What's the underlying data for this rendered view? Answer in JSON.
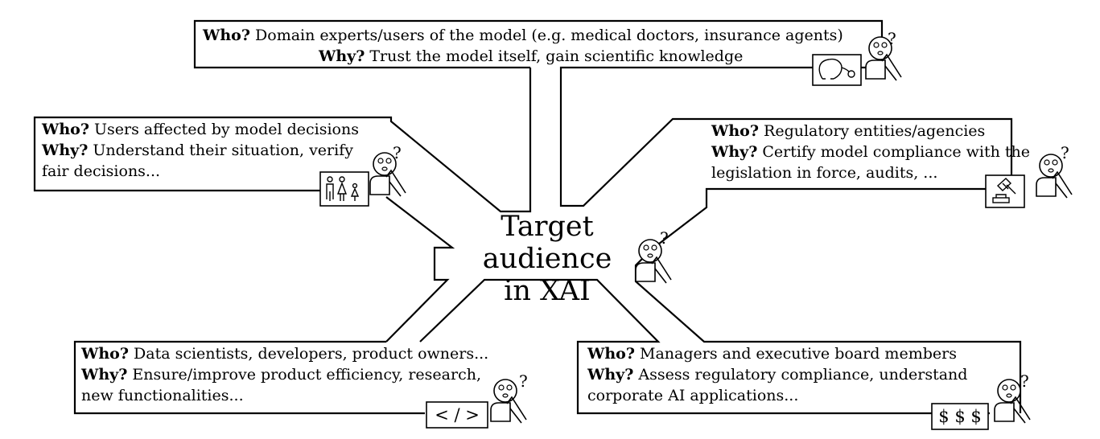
{
  "center": {
    "line1": "Target audience",
    "line2": "in XAI"
  },
  "boxes": [
    {
      "id": "domain-experts",
      "who_label": "Who?",
      "who": "Domain experts/users of the model (e.g. medical doctors, insurance agents)",
      "why_label": "Why?",
      "why": "Trust the model itself, gain scientific knowledge",
      "icon": "medical-icon"
    },
    {
      "id": "affected-users",
      "who_label": "Who?",
      "who": "Users affected by model decisions",
      "why_label": "Why?",
      "why_l1": "Understand their situation, verify",
      "why_l2": "fair decisions...",
      "icon": "family-icon"
    },
    {
      "id": "regulators",
      "who_label": "Who?",
      "who": "Regulatory entities/agencies",
      "why_label": "Why?",
      "why_l1": "Certify model compliance with the",
      "why_l2": "legislation in force, audits, ...",
      "icon": "gavel-icon"
    },
    {
      "id": "developers",
      "who_label": "Who?",
      "who": "Data scientists, developers, product owners...",
      "why_label": "Why?",
      "why_l1": "Ensure/improve product efficiency, research,",
      "why_l2": "new functionalities...",
      "icon": "code-icon",
      "icon_text": "< / >"
    },
    {
      "id": "managers",
      "who_label": "Who?",
      "who": "Managers and executive board members",
      "why_label": "Why?",
      "why_l1": "Assess regulatory compliance, understand",
      "why_l2": "corporate AI applications...",
      "icon": "dollar-icon",
      "icon_text": "$ $ $"
    }
  ],
  "question_mark": "?",
  "colors": {
    "stroke": "#000000",
    "background": "#ffffff"
  }
}
